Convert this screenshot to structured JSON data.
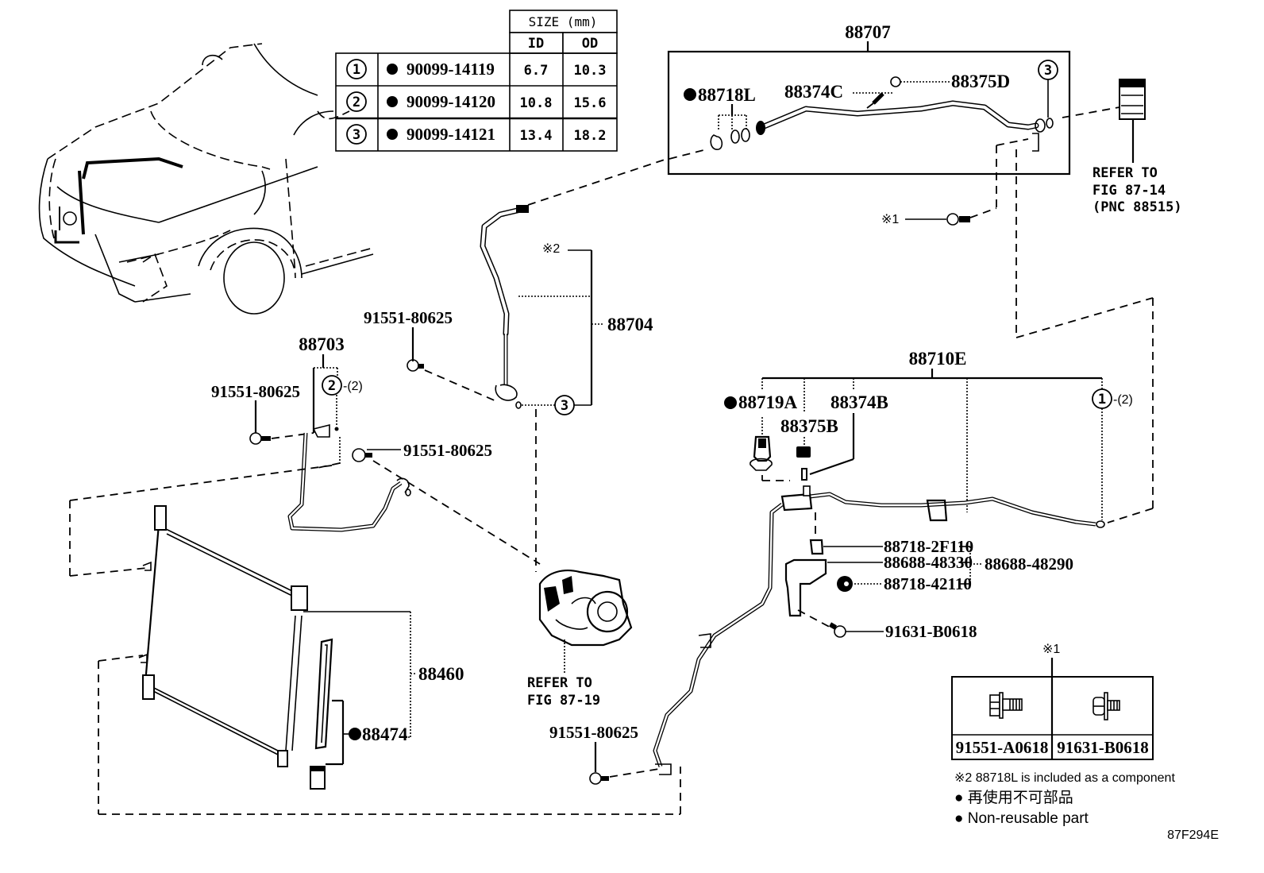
{
  "figure_id": "87F294E",
  "size_table": {
    "header_group": "SIZE (mm)",
    "col_id": "ID",
    "col_od": "OD",
    "rows": [
      {
        "ref": "1",
        "marker": "●",
        "part": "90099-14119",
        "id": "6.7",
        "od": "10.3"
      },
      {
        "ref": "2",
        "marker": "●",
        "part": "90099-14120",
        "id": "10.8",
        "od": "15.6"
      },
      {
        "ref": "3",
        "marker": "●",
        "part": "90099-14121",
        "id": "13.4",
        "od": "18.2"
      }
    ]
  },
  "labels": {
    "p88707": "88707",
    "p88718L": "88718L",
    "p88374C": "88374C",
    "p88375D": "88375D",
    "ref3_top": "3",
    "refer_8714_l1": "REFER TO",
    "refer_8714_l2": "FIG 87-14",
    "refer_8714_l3": "(PNC 88515)",
    "note1_bolt": "※1",
    "note2": "※2",
    "p88704": "88704",
    "bolt_91551_a": "91551-80625",
    "ref3_mid": "3",
    "p88703": "88703",
    "ref2": "2",
    "qty2_a": "-(2)",
    "bolt_91551_b": "91551-80625",
    "bolt_91551_c": "91551-80625",
    "p88710E": "88710E",
    "p88719A": "88719A",
    "p88374B": "88374B",
    "p88375B": "88375B",
    "ref1": "1",
    "qty2_b": "-(2)",
    "p88718_2F110": "88718-2F110",
    "p88688_48330": "88688-48330",
    "p88718_42110": "88718-42110",
    "p88688_48290": "88688-48290",
    "bolt_91631": "91631-B0618",
    "p88460": "88460",
    "p88474": "88474",
    "refer_8719_l1": "REFER TO",
    "refer_8719_l2": "FIG 87-19",
    "bolt_91551_d": "91551-80625",
    "nonreuse_marker": "●"
  },
  "bolt_table": {
    "title": "※1",
    "items": [
      {
        "part": "91551-A0618",
        "icon": "flange-bolt-icon"
      },
      {
        "part": "91631-B0618",
        "icon": "washer-bolt-icon"
      }
    ]
  },
  "notes": {
    "note2": "※2 88718L is included as a component",
    "legend_jp": "● 再使用不可部品",
    "legend_en": "● Non-reusable part"
  }
}
